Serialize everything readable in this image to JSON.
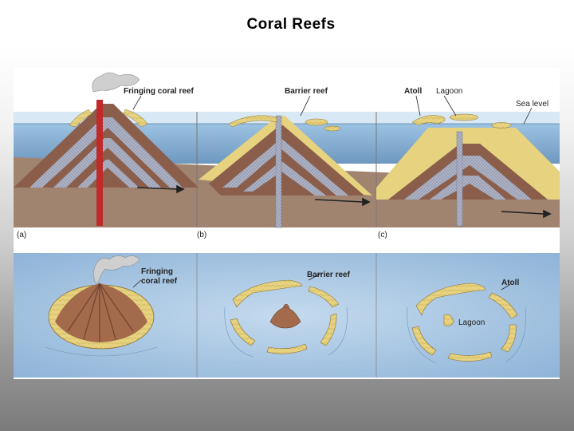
{
  "title": "Coral Reefs",
  "cross_section": {
    "labels": {
      "fringing": "Fringing coral reef",
      "barrier": "Barrier reef",
      "atoll": "Atoll",
      "lagoon": "Lagoon",
      "sea_level": "Sea level"
    },
    "panel_letters": [
      "(a)",
      "(b)",
      "(c)"
    ]
  },
  "top_view": {
    "fringing_line1": "Fringing",
    "fringing_line2": "coral reef",
    "barrier": "Barrier reef",
    "atoll": "Atoll",
    "lagoon": "Lagoon"
  },
  "colors": {
    "water": "#8bb6d8",
    "sediment": "#a08470",
    "volcanic_layer_brown": "#8a5e4a",
    "volcanic_layer_gray": "#aeb3c6",
    "coral": "#e8d58a",
    "magma": "#c02a2a",
    "top_view_water": "#a9c8e4"
  }
}
